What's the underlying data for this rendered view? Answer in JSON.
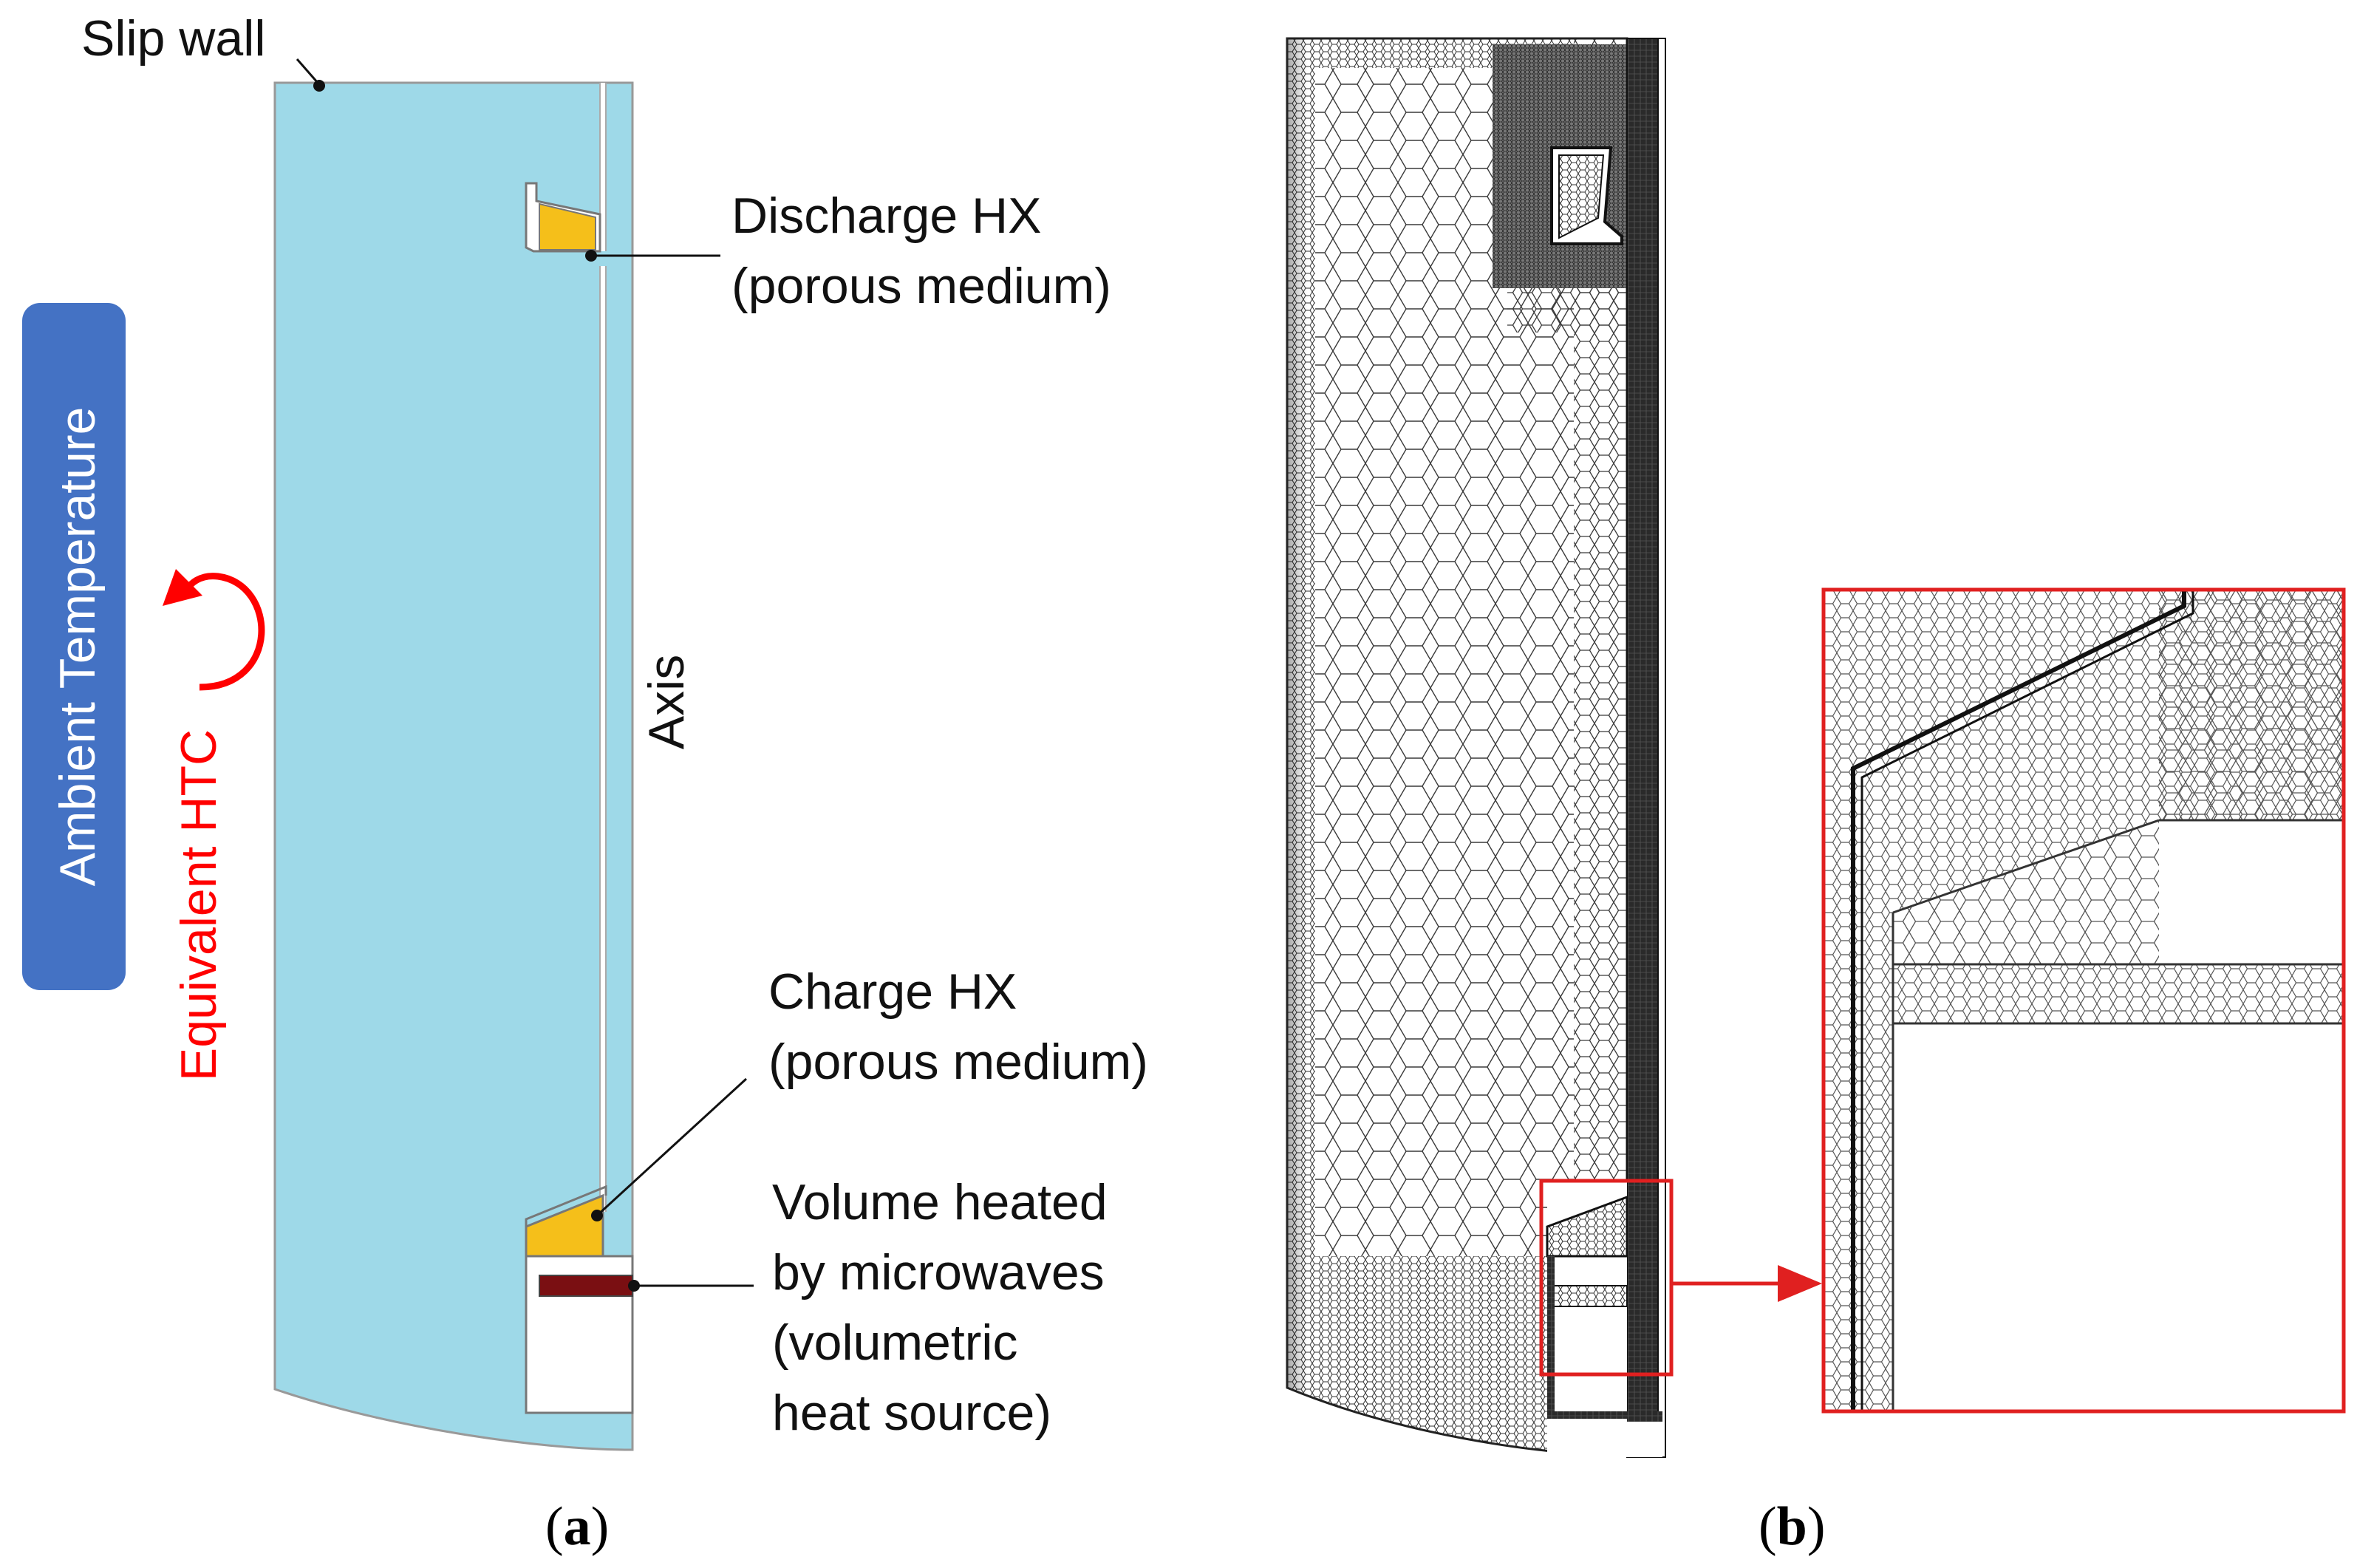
{
  "panel_a": {
    "slip_wall_label": "Slip wall",
    "discharge_hx": {
      "line1": "Discharge HX",
      "line2": "(porous medium)"
    },
    "charge_hx": {
      "line1": "Charge HX",
      "line2": "(porous medium)"
    },
    "volume_heated": {
      "line1": "Volume heated",
      "line2": "by microwaves",
      "line3": "(volumetric",
      "line4": "heat source)"
    },
    "axis_label": "Axis",
    "ambient_label": "Ambient Temperature",
    "htc_label": "Equivalent HTC",
    "caption": {
      "open": "(",
      "letter": "a",
      "close": ")"
    }
  },
  "panel_b": {
    "caption": {
      "open": "(",
      "letter": "b",
      "close": ")"
    }
  },
  "colors": {
    "fluid": "#9ed9e8",
    "porous_medium": "#f5bf1a",
    "heat_source": "#7a0f12",
    "ambient_box": "#4472c4",
    "htc_arrow": "#ff0000",
    "zoom_frame": "#e02020",
    "mesh_lines": "#333333"
  },
  "icons": [
    "curved-arrow-icon",
    "zoom-arrow-icon"
  ]
}
